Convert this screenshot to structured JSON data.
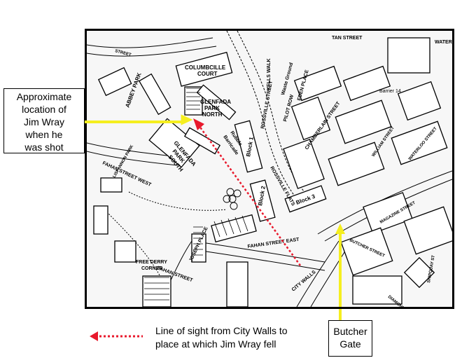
{
  "callouts": {
    "wray_location": [
      "Approximate",
      "location of",
      "Jim Wray",
      "when he",
      "was shot"
    ],
    "butcher_gate": [
      "Butcher",
      "Gate"
    ]
  },
  "legend": {
    "line1": "Line of sight from City Walls to",
    "line2": "place at which Jim Wray fell"
  },
  "map_labels": {
    "abbey_park": "ABBEY PARK",
    "columbcille_court": "COLUMBCILLE",
    "columbcille_court_2": "COURT",
    "glenfada_park_north": [
      "GLENFADA",
      "PARK",
      "NORTH"
    ],
    "glenfada_park_south": [
      "GLENFADA",
      "PARK",
      "SOUTH"
    ],
    "rubble_barricade": [
      "Rubble",
      "Barricade"
    ],
    "kells_walk": "KELLS WALK",
    "rossville_street": "ROSSVILLE STREET",
    "eden_place": "EDEN PLACE",
    "pilot_row": "PILOT ROW",
    "block_1": "Block 1",
    "block_2": "Block 2",
    "block_3": "Block 3",
    "rossville_flats": "ROSSVILLE FLATS",
    "chamberlain_street": "CHAMBERLAIN STREET",
    "william_street": "WILLIAM STREET",
    "waterloo_street": "WATERLOO STREET",
    "barrier_14": "Barrier 14",
    "joseph_place": "JOSEPH PLACE",
    "fahan_street": "FAHAN STREET",
    "fahan_street_east": "FAHAN STREET EAST",
    "fahan_street_west": "FAHAN STREET WEST",
    "free_derry_corner": [
      "FREE DERRY",
      "CORNER"
    ],
    "city_walls": "CITY WALLS",
    "butcher_street": "BUTCHER STREET",
    "magazine_street": "MAGAZINE STREET",
    "diamond": "DIAMOND",
    "lisfannon_park": "LISFANNON PARK",
    "derry_street_fragment": "STREET",
    "waterloo_fragment": "WATER",
    "town_street_fragment": "TAN STREET",
    "waste_ground": "Waste Ground",
    "shipquay_fragment": "SHIPQUAY ST"
  },
  "colors": {
    "line_of_sight": "#e8192c",
    "pointer_arrow": "#f5ee1f",
    "map_ink": "#000000"
  }
}
